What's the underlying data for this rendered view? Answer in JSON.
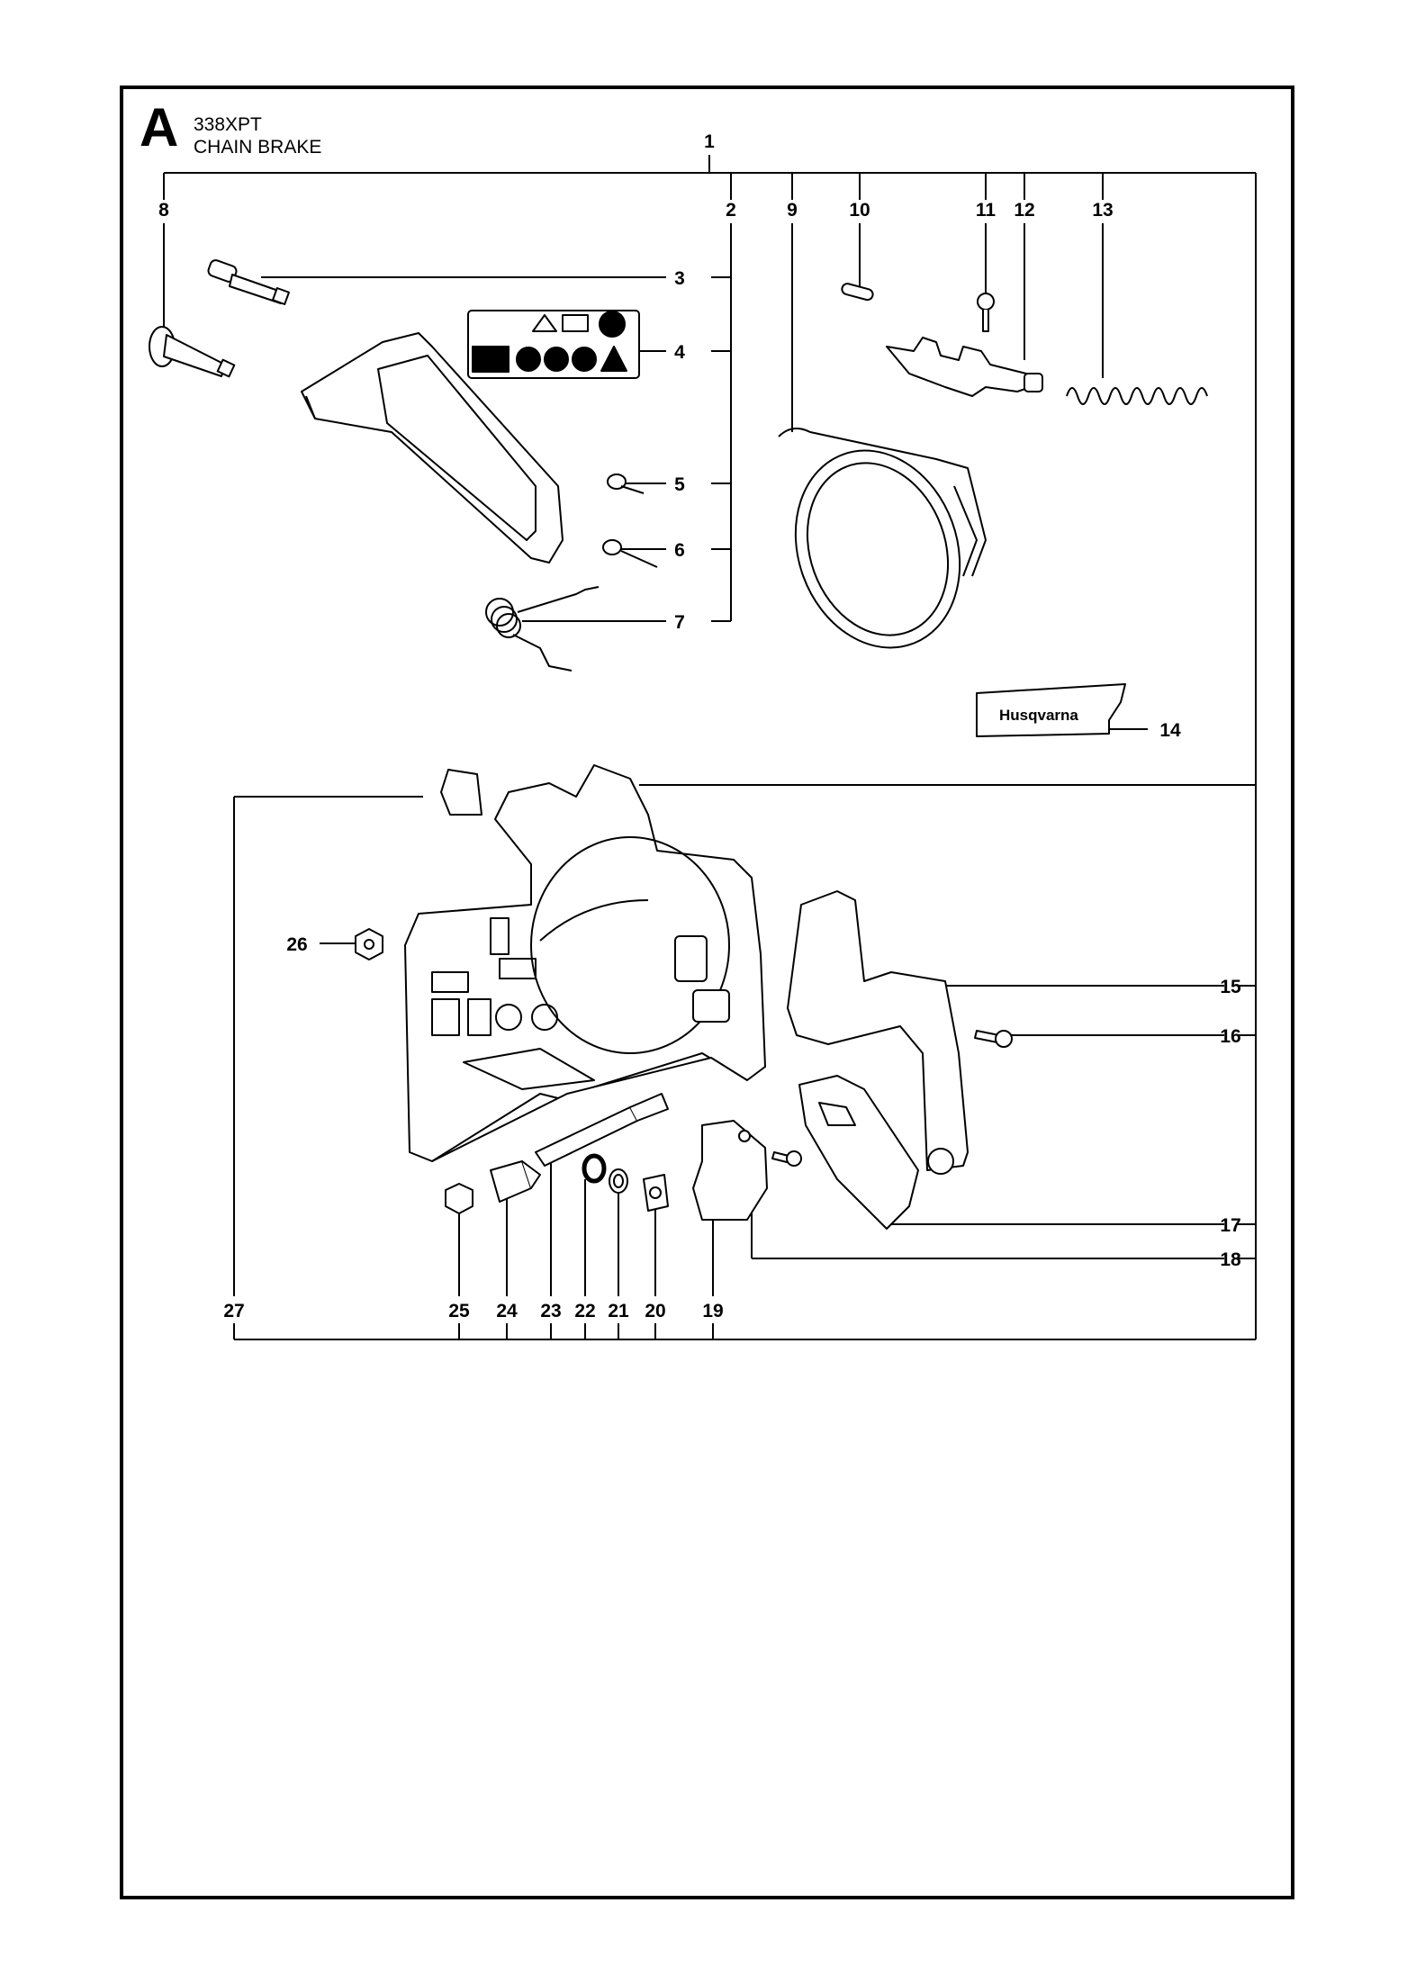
{
  "header": {
    "section_letter": "A",
    "model": "338XPT",
    "title": "CHAIN BRAKE"
  },
  "callouts": [
    "1",
    "2",
    "3",
    "4",
    "5",
    "6",
    "7",
    "8",
    "9",
    "10",
    "11",
    "12",
    "13",
    "14",
    "15",
    "16",
    "17",
    "18",
    "19",
    "20",
    "21",
    "22",
    "23",
    "24",
    "25",
    "26",
    "27"
  ],
  "logo": {
    "text": "Husqvarna"
  }
}
